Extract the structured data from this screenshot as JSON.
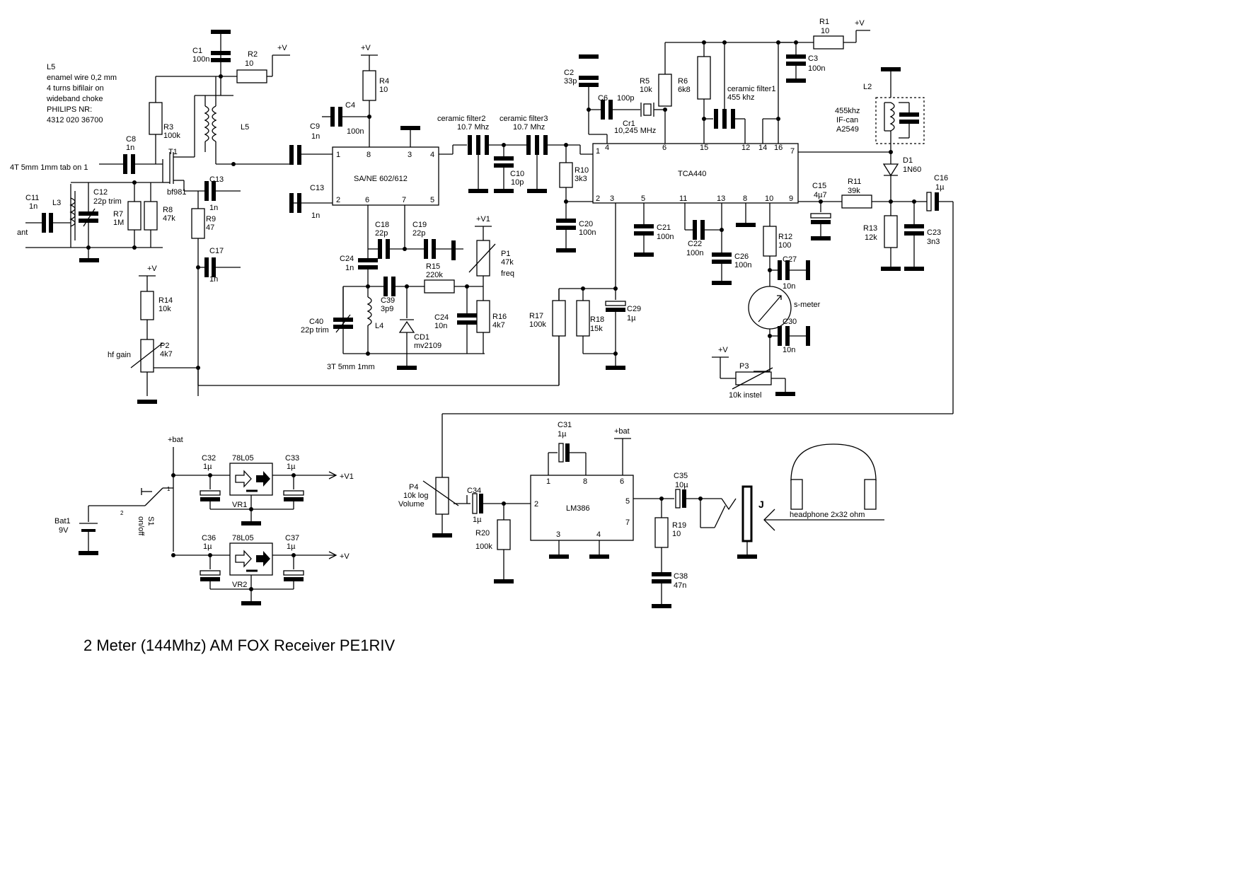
{
  "title": "2 Meter (144Mhz) AM FOX Receiver  PE1RIV",
  "ics": {
    "sa602": {
      "name": "SA/NE 602/612",
      "pins": [
        "1",
        "8",
        "3",
        "4",
        "2",
        "6",
        "7",
        "5"
      ]
    },
    "tca440": {
      "name": "TCA440",
      "pins_top": [
        "1",
        "4",
        "6",
        "15",
        "12",
        "14",
        "16",
        "7"
      ],
      "pins_bottom": [
        "2",
        "3",
        "5",
        "11",
        "13",
        "8",
        "10",
        "9"
      ]
    },
    "lm386": {
      "name": "LM386",
      "pins": [
        "1",
        "8",
        "6",
        "2",
        "5",
        "7",
        "3",
        "4"
      ]
    },
    "vr1": {
      "type": "78L05",
      "ref": "VR1"
    },
    "vr2": {
      "type": "78L05",
      "ref": "VR2"
    }
  },
  "rails": {
    "v": "+V",
    "v1": "+V1",
    "bat": "+bat"
  },
  "components": {
    "C1": [
      "C1",
      "100n"
    ],
    "R2": [
      "R2",
      "10"
    ],
    "C8": [
      "C8",
      "1n"
    ],
    "R3": [
      "R3",
      "100k"
    ],
    "T1": [
      "T1",
      "bf981"
    ],
    "C13a": [
      "C13",
      "1n"
    ],
    "C11": [
      "C11",
      "1n"
    ],
    "L3": [
      "L3",
      ""
    ],
    "C12": [
      "C12",
      "22p trim"
    ],
    "R7": [
      "R7",
      "1M"
    ],
    "R8": [
      "R8",
      "47k"
    ],
    "R9": [
      "R9",
      "47"
    ],
    "C17": [
      "C17",
      "1n"
    ],
    "R14": [
      "R14",
      "10k"
    ],
    "P2": [
      "P2",
      "4k7"
    ],
    "C9": [
      "C9",
      "1n"
    ],
    "C13b": [
      "C13",
      "1n"
    ],
    "C4": [
      "C4",
      "100n"
    ],
    "R4": [
      "R4",
      "10"
    ],
    "C18": [
      "C18",
      "22p"
    ],
    "C19": [
      "C19",
      "22p"
    ],
    "C24a": [
      "C24",
      "1n"
    ],
    "R15": [
      "R15",
      "220k"
    ],
    "P1": [
      "P1",
      "47k"
    ],
    "C39": [
      "C39",
      "3p9"
    ],
    "C40": [
      "C40",
      "22p trim"
    ],
    "L4": [
      "L4",
      ""
    ],
    "CD1": [
      "CD1",
      "mv2109"
    ],
    "C24b": [
      "C24",
      "10n"
    ],
    "R16": [
      "R16",
      "4k7"
    ],
    "C10": [
      "C10",
      "10p"
    ],
    "R10": [
      "R10",
      "3k3"
    ],
    "C20": [
      "C20",
      "100n"
    ],
    "C2": [
      "C2",
      "33p"
    ],
    "C6": [
      "C6",
      "100p"
    ],
    "Cr1": [
      "Cr1",
      "10,245 MHz"
    ],
    "R5": [
      "R5",
      "10k"
    ],
    "R6": [
      "R6",
      "6k8"
    ],
    "R1": [
      "R1",
      "10"
    ],
    "C3": [
      "C3",
      "100n"
    ],
    "C21": [
      "C21",
      "100n"
    ],
    "C22": [
      "C22",
      "100n"
    ],
    "C26": [
      "C26",
      "100n"
    ],
    "R12": [
      "R12",
      "100"
    ],
    "C27": [
      "C27",
      "10n"
    ],
    "C30": [
      "C30",
      "10n"
    ],
    "P3": [
      "P3",
      "10k instel"
    ],
    "C15": [
      "C15",
      "4µ7"
    ],
    "R11": [
      "R11",
      "39k"
    ],
    "C16": [
      "C16",
      "1µ"
    ],
    "L2": [
      "L2",
      ""
    ],
    "D1": [
      "D1",
      "1N60"
    ],
    "R13": [
      "R13",
      "12k"
    ],
    "C23": [
      "C23",
      "3n3"
    ],
    "R17": [
      "R17",
      "100k"
    ],
    "R18": [
      "R18",
      "15k"
    ],
    "C29": [
      "C29",
      "1µ"
    ],
    "P4": [
      "P4",
      "10k log"
    ],
    "C34": [
      "C34",
      "1µ"
    ],
    "R20": [
      "R20",
      "100k"
    ],
    "C31": [
      "C31",
      "1µ"
    ],
    "C35": [
      "C35",
      "10µ"
    ],
    "R19": [
      "R19",
      "10"
    ],
    "C38": [
      "C38",
      "47n"
    ],
    "C32": [
      "C32",
      "1µ"
    ],
    "C33": [
      "C33",
      "1µ"
    ],
    "C36": [
      "C36",
      "1µ"
    ],
    "C37": [
      "C37",
      "1µ"
    ],
    "Bat1": [
      "Bat1",
      "9V"
    ],
    "S1": [
      "S1",
      "on/off"
    ]
  },
  "labels": {
    "l5_note": [
      "L5",
      "enamel wire 0,2 mm",
      "4 turns bifilair on",
      "wideband choke",
      "PHILIPS NR:",
      "4312 020 36700"
    ],
    "l5": "L5",
    "l3_note": "4T 5mm 1mm tab on 1",
    "ant": "ant",
    "hf_gain": "hf gain",
    "freq": "freq",
    "l4_note": "3T 5mm 1mm",
    "cf2": [
      "ceramic filter2",
      "10.7 Mhz"
    ],
    "cf3": [
      "ceramic filter3",
      "10.7 Mhz"
    ],
    "cf1": [
      "ceramic filter1",
      "455 khz"
    ],
    "ifcan": [
      "455khz",
      "IF-can",
      "A2549"
    ],
    "smeter": "s-meter",
    "volume": "Volume",
    "jack": "J",
    "headphone": "headphone 2x32 ohm",
    "s1_pins": [
      "1",
      "2"
    ]
  }
}
